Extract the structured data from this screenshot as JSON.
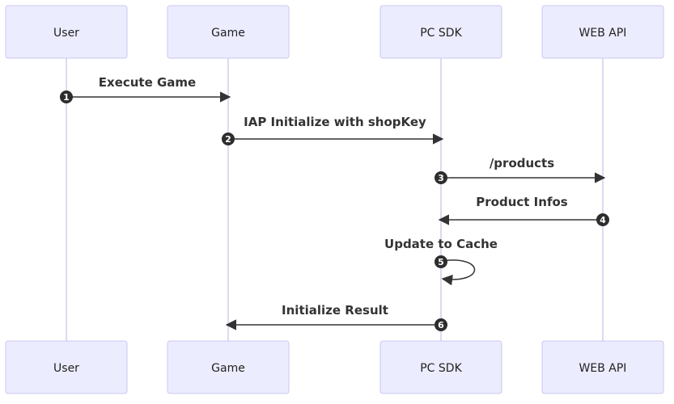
{
  "participants": [
    {
      "id": "user",
      "label": "User"
    },
    {
      "id": "game",
      "label": "Game"
    },
    {
      "id": "pcsdk",
      "label": "PC SDK"
    },
    {
      "id": "webapi",
      "label": "WEB API"
    }
  ],
  "messages": [
    {
      "num": "1",
      "from": "user",
      "to": "game",
      "label": "Execute Game"
    },
    {
      "num": "2",
      "from": "game",
      "to": "pcsdk",
      "label": "IAP Initialize with shopKey"
    },
    {
      "num": "3",
      "from": "pcsdk",
      "to": "webapi",
      "label": "/products"
    },
    {
      "num": "4",
      "from": "webapi",
      "to": "pcsdk",
      "label": "Product Infos"
    },
    {
      "num": "5",
      "from": "pcsdk",
      "to": "pcsdk",
      "label": "Update to Cache"
    },
    {
      "num": "6",
      "from": "pcsdk",
      "to": "game",
      "label": "Initialize Result"
    }
  ]
}
